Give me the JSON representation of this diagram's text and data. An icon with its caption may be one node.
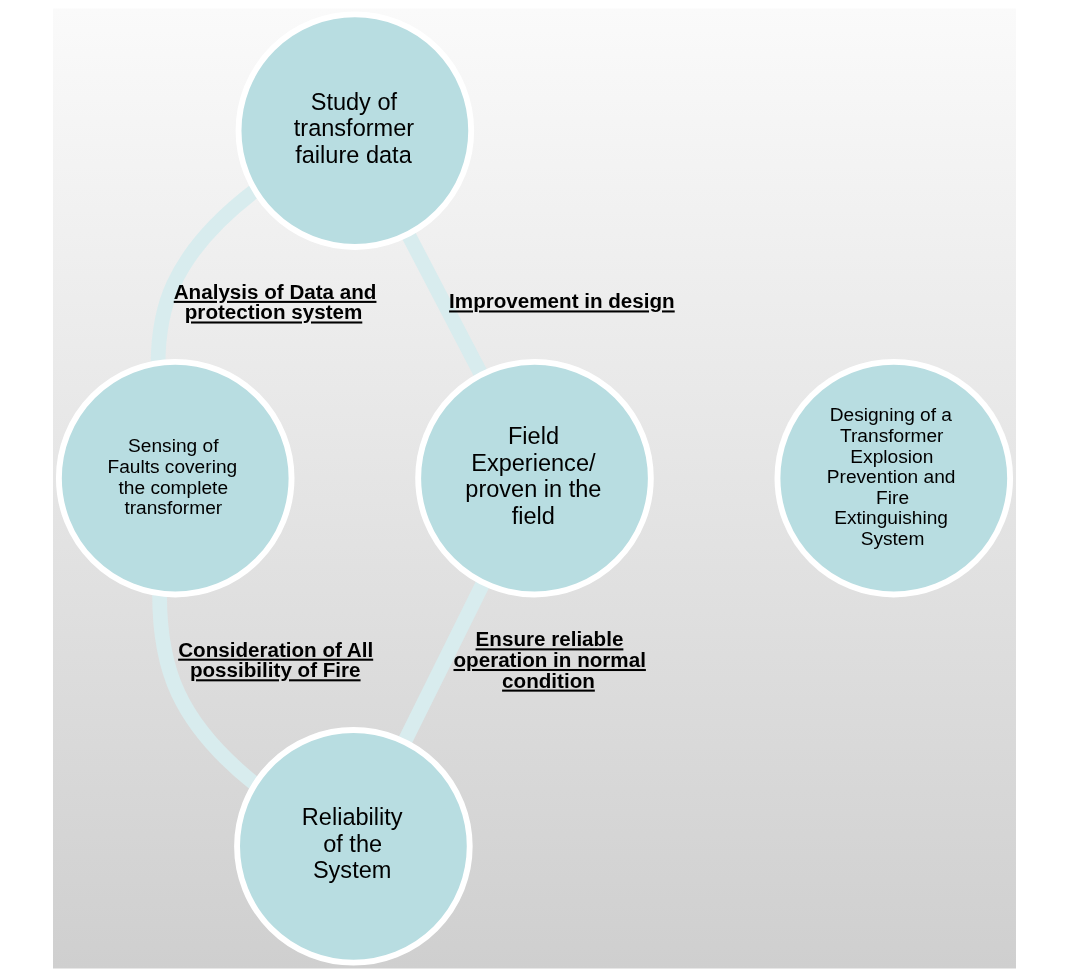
{
  "diagram": {
    "nodes": [
      {
        "text": [
          "Study of transformer failure data"
        ]
      },
      {
        "text": [
          "Field Experience/ proven in the field"
        ]
      },
      {
        "text": [
          "Designing of a Transformer Explosion Prevention and Fire Extinguishing System"
        ]
      },
      {
        "text": [
          "Sensing of Faults covering the complete transformer"
        ]
      },
      {
        "text": [
          "Reliability of the System"
        ]
      }
    ],
    "edges": [
      {
        "from": 0,
        "to": 3,
        "arrow": "none",
        "label": "Analysis of Data and protection system"
      },
      {
        "from": 3,
        "to": 4,
        "arrow": "none",
        "label": "Consideration of All possibility of Fire"
      },
      {
        "from": 4,
        "to": 1,
        "arrow": "none",
        "label": "Ensure reliable operation in normal condition"
      },
      {
        "from": 1,
        "to": 0,
        "arrow": "none",
        "label": "Improvement in design"
      }
    ]
  }
}
